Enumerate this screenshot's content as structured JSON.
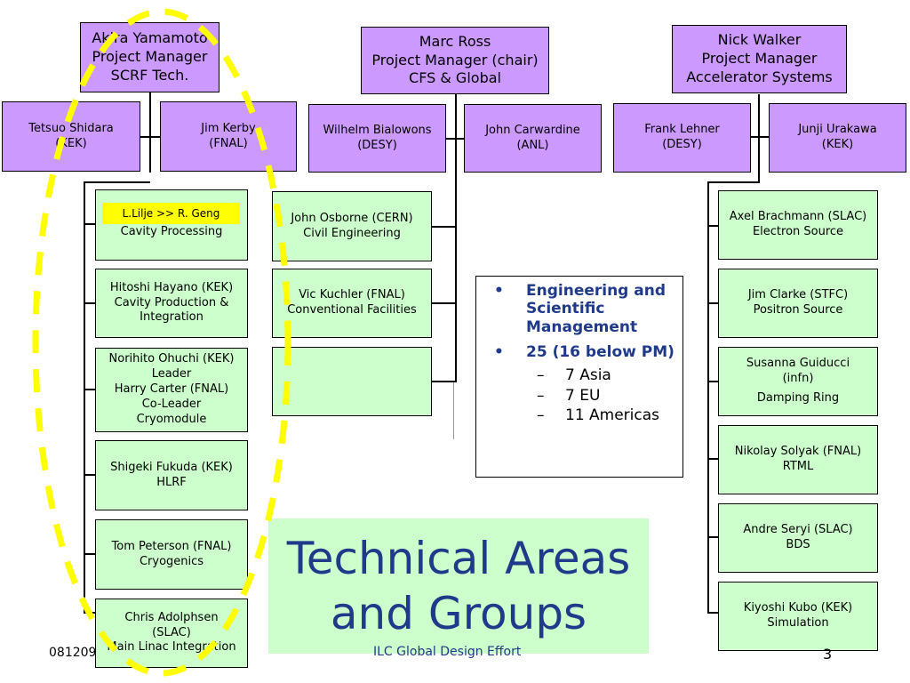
{
  "managers": [
    {
      "line1": "Akira Yamamoto",
      "line2": "Project Manager",
      "line3": "SCRF Tech."
    },
    {
      "line1": "Marc Ross",
      "line2": "Project Manager (chair)",
      "line3": "CFS & Global"
    },
    {
      "line1": "Nick Walker",
      "line2": "Project Manager",
      "line3": "Accelerator Systems"
    }
  ],
  "deputies": [
    {
      "name": "Tetsuo Shidara",
      "lab": "(KEK)"
    },
    {
      "name": "Jim Kerby",
      "lab": "(FNAL)"
    },
    {
      "name": "Wilhelm Bialowons",
      "lab": "(DESY)"
    },
    {
      "name": "John Carwardine",
      "lab": "(ANL)"
    },
    {
      "name": "Frank Lehner",
      "lab": "(DESY)"
    },
    {
      "name": "Junji Urakawa",
      "lab": "(KEK)"
    }
  ],
  "scrf_areas": [
    {
      "highlight": "L.Lilje >> R. Geng",
      "lines": [
        "Cavity Processing"
      ]
    },
    {
      "lines": [
        "Hitoshi Hayano (KEK)",
        "Cavity Production &",
        "Integration"
      ]
    },
    {
      "lines": [
        "Norihito Ohuchi (KEK)",
        "Leader",
        "Harry Carter (FNAL)",
        "Co-Leader",
        "Cryomodule"
      ]
    },
    {
      "lines": [
        "Shigeki Fukuda (KEK)",
        "HLRF"
      ]
    },
    {
      "lines": [
        "Tom Peterson (FNAL)",
        "Cryogenics"
      ]
    },
    {
      "lines": [
        "Chris Adolphsen",
        "(SLAC)",
        "Main Linac Integration"
      ]
    }
  ],
  "cfs_areas": [
    {
      "lines": [
        "John Osborne (CERN)",
        "Civil Engineering"
      ]
    },
    {
      "lines": [
        "Vic Kuchler (FNAL)",
        "Conventional Facilities"
      ]
    },
    {
      "lines": []
    }
  ],
  "as_areas": [
    {
      "lines": [
        "Axel Brachmann (SLAC)",
        "Electron Source"
      ]
    },
    {
      "lines": [
        "Jim Clarke (STFC)",
        "Positron Source"
      ]
    },
    {
      "lines": [
        "Susanna Guiducci",
        "(infn)",
        "Damping Ring"
      ]
    },
    {
      "lines": [
        "Nikolay Solyak (FNAL)",
        "RTML"
      ]
    },
    {
      "lines": [
        "Andre Seryi (SLAC)",
        "BDS"
      ]
    },
    {
      "lines": [
        "Kiyoshi Kubo (KEK)",
        "Simulation"
      ]
    }
  ],
  "summary": {
    "bullet1": "Engineering and Scientific Management",
    "bullet2": "25 (16 below PM)",
    "sub": [
      "7 Asia",
      "7 EU",
      "11 Americas"
    ]
  },
  "title": {
    "line1": "Technical Areas",
    "line2": "and Groups"
  },
  "footer": {
    "left": "081209",
    "center": "ILC Global Design Effort",
    "right": "3"
  },
  "colors": {
    "manager": "#cc99ff",
    "area": "#ccffcc",
    "title": "#1f3a8a",
    "highlight": "#ffff00",
    "oval": "#ffff00"
  }
}
